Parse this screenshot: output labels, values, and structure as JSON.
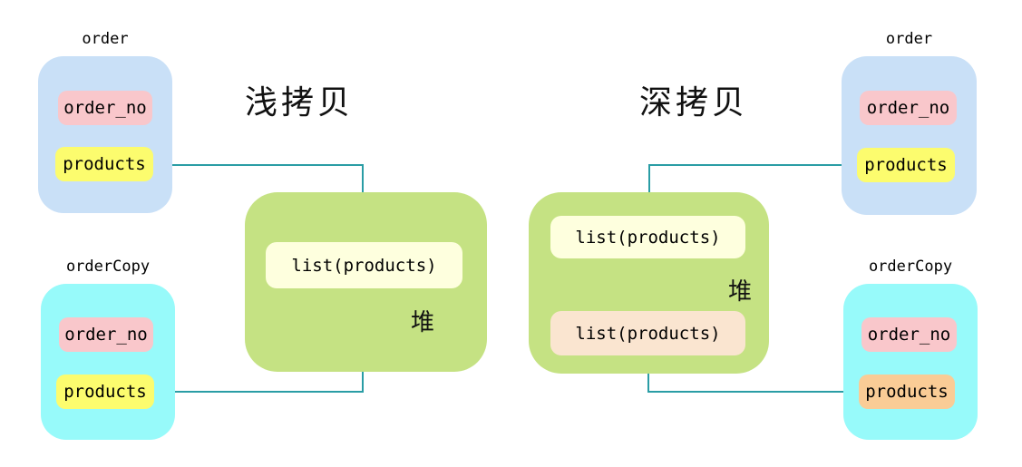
{
  "sections": {
    "shallow": {
      "title": "浅拷贝",
      "order": {
        "label": "order",
        "fields": {
          "order_no": "order_no",
          "products": "products"
        }
      },
      "orderCopy": {
        "label": "orderCopy",
        "fields": {
          "order_no": "order_no",
          "products": "products"
        }
      },
      "heap": {
        "label": "堆",
        "list_shared": "list(products)"
      }
    },
    "deep": {
      "title": "深拷贝",
      "order": {
        "label": "order",
        "fields": {
          "order_no": "order_no",
          "products": "products"
        }
      },
      "orderCopy": {
        "label": "orderCopy",
        "fields": {
          "order_no": "order_no",
          "products": "products"
        }
      },
      "heap": {
        "label": "堆",
        "list_order": "list(products)",
        "list_order_copy": "list(products)"
      }
    }
  },
  "colors": {
    "entity_order": "#C9E0F7",
    "entity_order_copy": "#97FAFA",
    "field_order_no": "#F9C7CB",
    "field_products_yellow": "#FCFC6E",
    "field_products_orange": "#FACC96",
    "heap_background": "#C5E283",
    "heap_list_cream": "#FEFFDE",
    "heap_list_peach": "#FAE5D0",
    "arrow": "#2A9DA5"
  }
}
